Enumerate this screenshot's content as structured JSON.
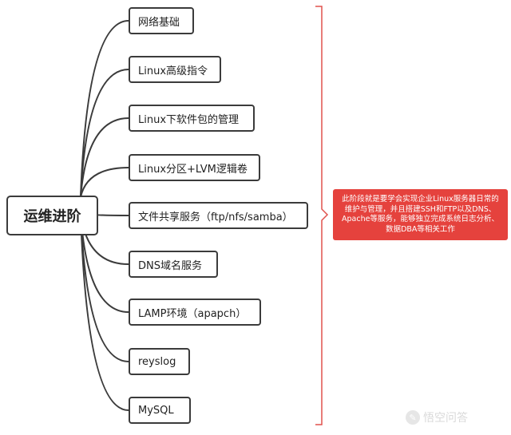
{
  "root": {
    "label": "运维进阶"
  },
  "topics": [
    "网络基础",
    "Linux高级指令",
    "Linux下软件包的管理",
    "Linux分区+LVM逻辑卷",
    "文件共享服务（ftp/nfs/samba）",
    "DNS域名服务",
    "LAMP环境（apapch）",
    "reyslog",
    "MySQL"
  ],
  "note": {
    "lines": [
      "此阶段就是要学会实现企业Linux服务器日常的",
      "维护与管理，并且搭建SSH和FTP以及DNS、",
      "Apache等服务，能够独立完成系统日志分析、",
      "数据DBA等相关工作"
    ]
  },
  "watermark": {
    "text": "悟空问答"
  },
  "colors": {
    "connector": "#3b3b3b",
    "bracket": "#e0524d",
    "note_bg": "#e5423d"
  }
}
